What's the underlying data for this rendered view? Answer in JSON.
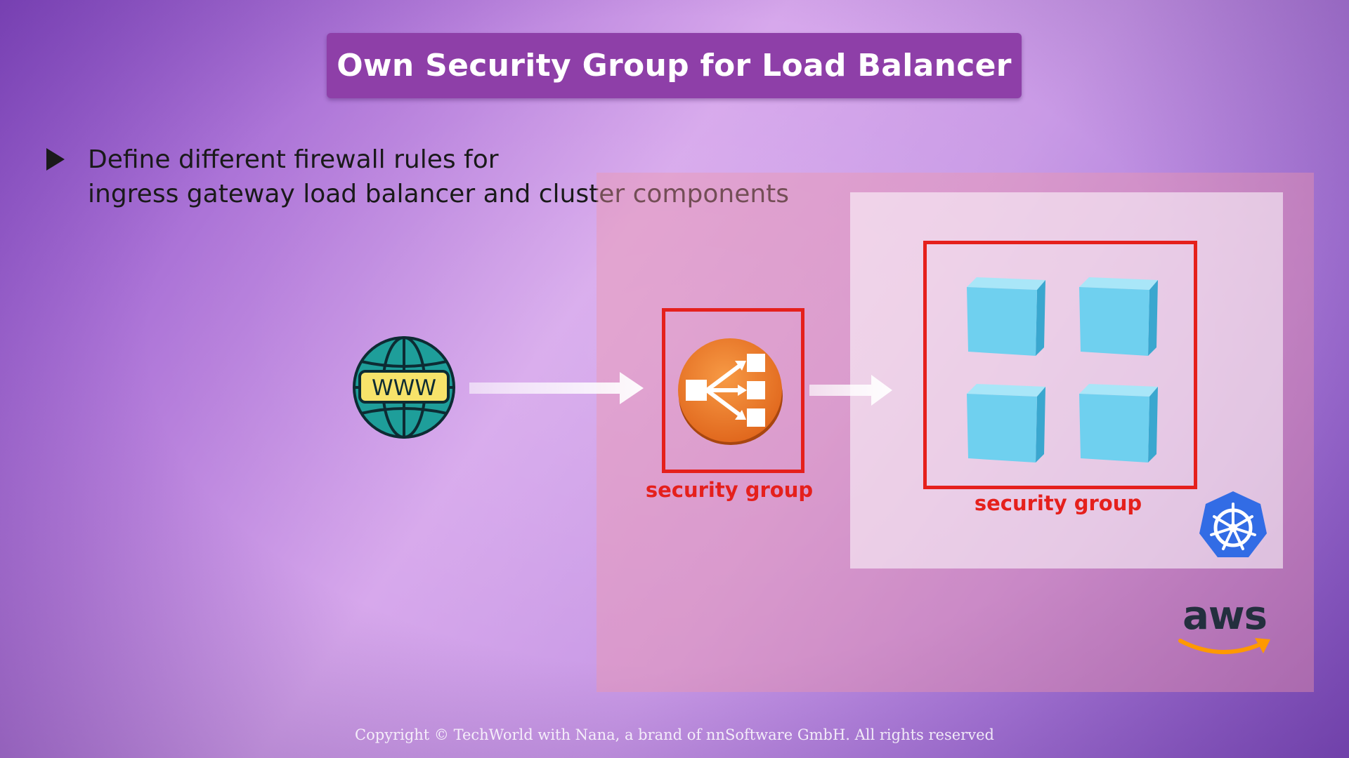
{
  "slide": {
    "title": "Own Security Group for Load Balancer",
    "bullet": {
      "line1": "Define different firewall rules for",
      "line2": "ingress gateway load balancer and cluster components"
    }
  },
  "diagram": {
    "internet_label": "WWW",
    "lb_security_group_label": "security group",
    "cluster_security_group_label": "security group",
    "cloud_logo_text": "aws",
    "colors": {
      "security_group_border": "#e5201c",
      "load_balancer": "#f07a2a",
      "node_cube": "#6fd0ef",
      "globe": "#1e9e9a",
      "kubernetes": "#326ce5",
      "title_bg": "#8e3fa8"
    },
    "icons": [
      "globe-www-icon",
      "arrow-right-icon",
      "load-balancer-icon",
      "node-cube-icon",
      "kubernetes-icon",
      "aws-logo-icon"
    ]
  },
  "footer": {
    "copyright": "Copyright © TechWorld with Nana, a brand of nnSoftware GmbH. All rights reserved"
  }
}
